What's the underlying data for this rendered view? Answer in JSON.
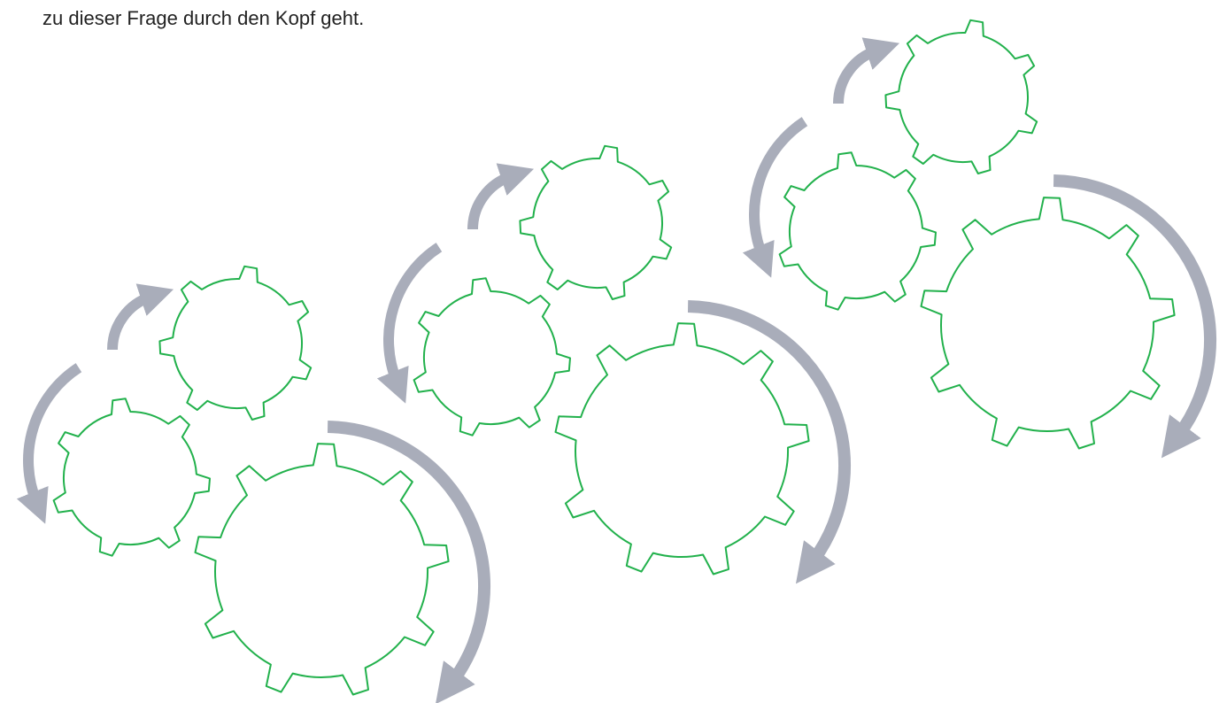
{
  "intro_text": "zu dieser Frage durch den Kopf geht.",
  "colors": {
    "gear_outline": "#22b14c",
    "arrow": "#a9adba",
    "background": "#ffffff",
    "text": "#222222"
  },
  "groups": [
    {
      "name": "gear-group-1",
      "gears": [
        {
          "name": "small-gear",
          "teeth": 7
        },
        {
          "name": "medium-gear",
          "teeth": 7
        },
        {
          "name": "large-gear",
          "teeth": 9
        }
      ],
      "arrows": [
        {
          "name": "upper-arc-arrow",
          "icon": "curved-arrow-icon"
        },
        {
          "name": "lower-arc-arrow",
          "icon": "curved-arrow-icon"
        },
        {
          "name": "large-arc-arrow",
          "icon": "curved-arrow-icon"
        }
      ]
    },
    {
      "name": "gear-group-2",
      "gears": [
        {
          "name": "small-gear",
          "teeth": 7
        },
        {
          "name": "medium-gear",
          "teeth": 7
        },
        {
          "name": "large-gear",
          "teeth": 9
        }
      ],
      "arrows": [
        {
          "name": "upper-arc-arrow",
          "icon": "curved-arrow-icon"
        },
        {
          "name": "lower-arc-arrow",
          "icon": "curved-arrow-icon"
        },
        {
          "name": "large-arc-arrow",
          "icon": "curved-arrow-icon"
        }
      ]
    },
    {
      "name": "gear-group-3",
      "gears": [
        {
          "name": "small-gear",
          "teeth": 7
        },
        {
          "name": "medium-gear",
          "teeth": 7
        },
        {
          "name": "large-gear",
          "teeth": 9
        }
      ],
      "arrows": [
        {
          "name": "upper-arc-arrow",
          "icon": "curved-arrow-icon"
        },
        {
          "name": "lower-arc-arrow",
          "icon": "curved-arrow-icon"
        },
        {
          "name": "large-arc-arrow",
          "icon": "curved-arrow-icon"
        }
      ]
    }
  ]
}
